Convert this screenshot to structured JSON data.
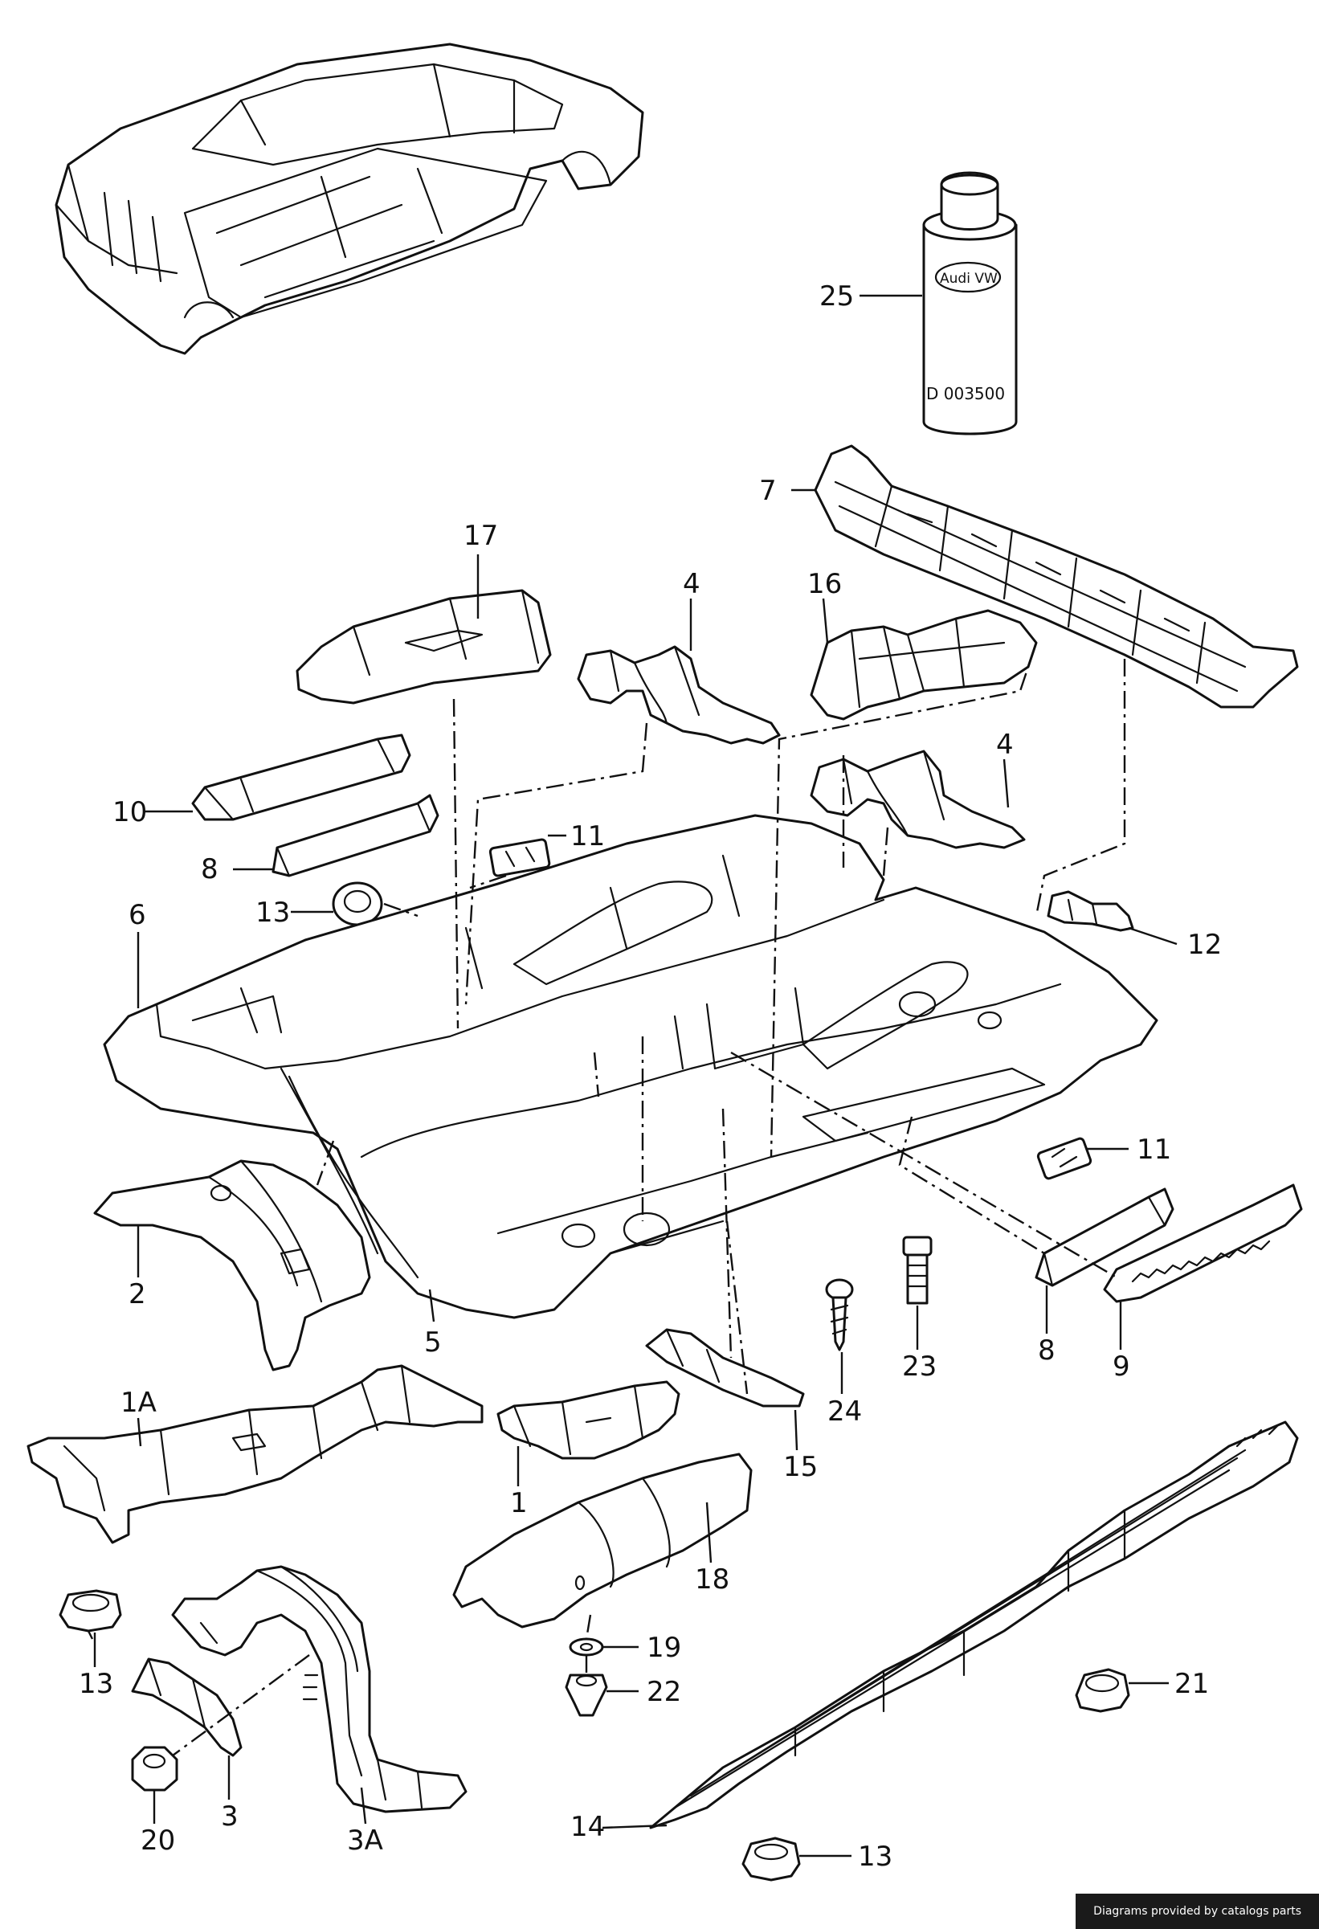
{
  "can": {
    "logo": "Audi VW",
    "code": "D 003500"
  },
  "callouts": {
    "c25": "25",
    "c7": "7",
    "c17": "17",
    "c4a": "4",
    "c16": "16",
    "c10": "10",
    "c8a": "8",
    "c11a": "11",
    "c4b": "4",
    "c13a": "13",
    "c6": "6",
    "c12": "12",
    "c11b": "11",
    "c2": "2",
    "c5": "5",
    "c24": "24",
    "c23": "23",
    "c8b": "8",
    "c9": "9",
    "c1A": "1A",
    "c1": "1",
    "c15": "15",
    "c18": "18",
    "c13b": "13",
    "c19": "19",
    "c22": "22",
    "c21": "21",
    "c3": "3",
    "c3A": "3A",
    "c20": "20",
    "c14": "14",
    "c13c": "13"
  },
  "credit": "Diagrams provided by catalogs parts"
}
